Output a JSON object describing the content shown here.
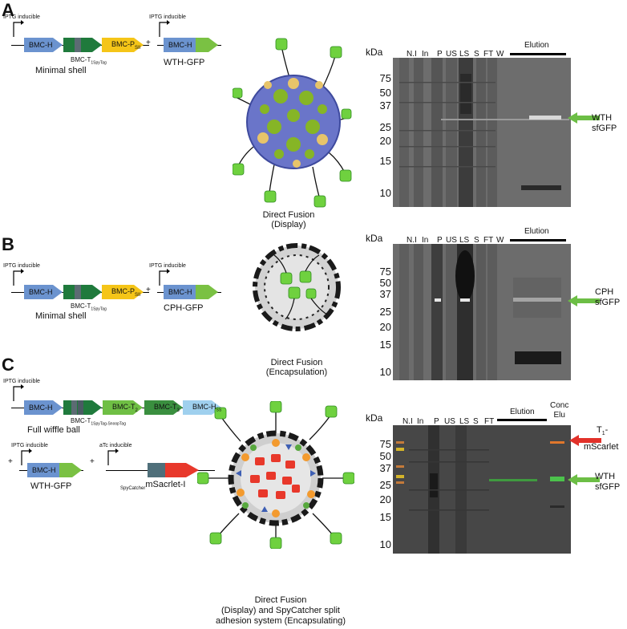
{
  "panels": {
    "A": {
      "letter": "A",
      "promoter1": "IPTG inducible",
      "promoter2": "IPTG inducible",
      "genes": [
        "BMC-H",
        "BMC-P",
        "BMC-H"
      ],
      "gene_bmcp_sub": "SII",
      "gene_t_label": "BMC-T",
      "gene_t_sub": "1SpyTag",
      "plus": "+",
      "construct2": "WTH-GFP",
      "construct1": "Minimal shell",
      "caption": [
        "Direct Fusion",
        "(Display)"
      ],
      "gel": {
        "kda_title": "kDa",
        "lanes": [
          "N.I",
          "In",
          "P",
          "US",
          "LS",
          "S",
          "FT",
          "W"
        ],
        "elution": "Elution",
        "markers": [
          "75",
          "50",
          "37",
          "25",
          "20",
          "15",
          "10"
        ],
        "band_label": [
          "WTH",
          "sfGFP"
        ]
      }
    },
    "B": {
      "letter": "B",
      "promoter1": "IPTG inducible",
      "promoter2": "IPTG inducible",
      "genes": [
        "BMC-H",
        "BMC-P",
        "BMC-H"
      ],
      "gene_bmcp_sub": "SII",
      "gene_t_label": "BMC-T",
      "gene_t_sub": "1SpyTag",
      "plus": "+",
      "construct2": "CPH-GFP",
      "construct1": "Minimal shell",
      "caption": [
        "Direct Fusion",
        "(Encapsulation)"
      ],
      "gel": {
        "kda_title": "kDa",
        "lanes": [
          "N.I",
          "In",
          "P",
          "US",
          "LS",
          "S",
          "FT",
          "W"
        ],
        "elution": "Elution",
        "markers": [
          "75",
          "50",
          "37",
          "25",
          "20",
          "15",
          "10"
        ],
        "band_label": [
          "CPH",
          "sfGFP"
        ]
      }
    },
    "C": {
      "letter": "C",
      "promoter1": "IPTG inducible",
      "genes": [
        "BMC-H",
        "BMC-T",
        "BMC-T",
        "BMC-H"
      ],
      "gene_t2_sub": "2",
      "gene_t3_sub": "3",
      "gene_h_sub": "SS",
      "gene_t_label": "BMC-T",
      "gene_t_sub": "1SpyTag-SnoopTag",
      "construct1": "Full wiffle ball",
      "promoter2": "IPTG inducible",
      "promoter3": "aTc inducible",
      "plus1": "+",
      "plus2": "+",
      "gene_h2": "BMC-H",
      "construct2": "WTH-GFP",
      "scarlet_prefix": "SpyCatcher",
      "scarlet_main": "mSacrlet-I",
      "caption": [
        "Direct Fusion",
        "(Display) and SpyCatcher split",
        "adhesion system (Encapsulating)"
      ],
      "gel": {
        "kda_title": "kDa",
        "lanes": [
          "N.I",
          "In",
          "P",
          "US",
          "LS",
          "S",
          "FT"
        ],
        "elution": "Elution",
        "conc": [
          "Conc",
          "Elu"
        ],
        "markers": [
          "75",
          "50",
          "37",
          "25",
          "20",
          "15",
          "10"
        ],
        "band_label_red": [
          "T",
          "-",
          "mScarlet"
        ],
        "band_label_red_sub": "1",
        "band_label_green": [
          "WTH",
          "sfGFP"
        ]
      }
    }
  },
  "colors": {
    "bmch": "#6b93cf",
    "bmct_dark": "#1f7a3c",
    "bmct_mid": "#6fbf44",
    "bmcp": "#f5c518",
    "gfp": "#7ac143",
    "bmch_ss": "#9fd0ee",
    "scarlet": "#e8382b",
    "spy": "#4f6f7a",
    "arrow_green": "#6cbe45",
    "arrow_red": "#e2312a"
  }
}
